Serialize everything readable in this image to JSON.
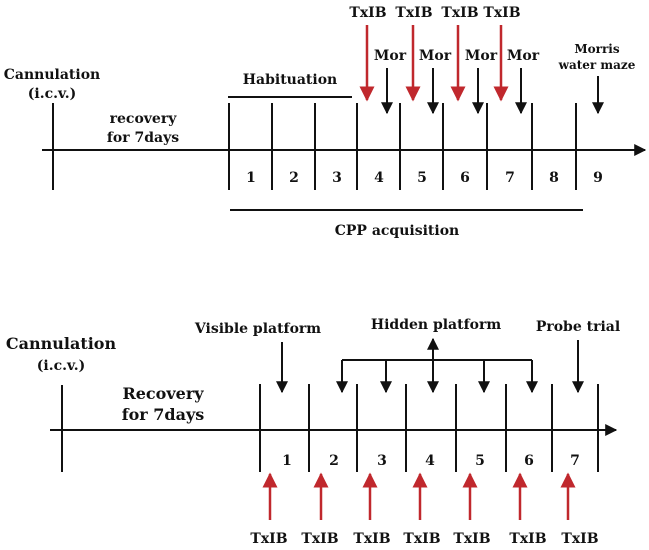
{
  "panel_a": {
    "cannulation": "Cannulation",
    "icv": "(i.c.v.)",
    "recovery_line1": "recovery",
    "recovery_line2": "for 7days",
    "habituation": "Habituation",
    "cpp": "CPP acquisition",
    "morris_line1": "Morris",
    "morris_line2": "water maze",
    "txib": "TxIB",
    "mor": "Mor",
    "days": [
      "1",
      "2",
      "3",
      "4",
      "5",
      "6",
      "7",
      "8",
      "9"
    ]
  },
  "panel_b": {
    "cannulation": "Cannulation",
    "icv": "(i.c.v.)",
    "recovery_line1": "Recovery",
    "recovery_line2": "for 7days",
    "visible": "Visible platform",
    "hidden": "Hidden platform",
    "probe": "Probe trial",
    "txib": "TxIB",
    "days": [
      "1",
      "2",
      "3",
      "4",
      "5",
      "6",
      "7"
    ]
  },
  "colors": {
    "ink": "#111111",
    "accent_red": "#c0282d"
  }
}
